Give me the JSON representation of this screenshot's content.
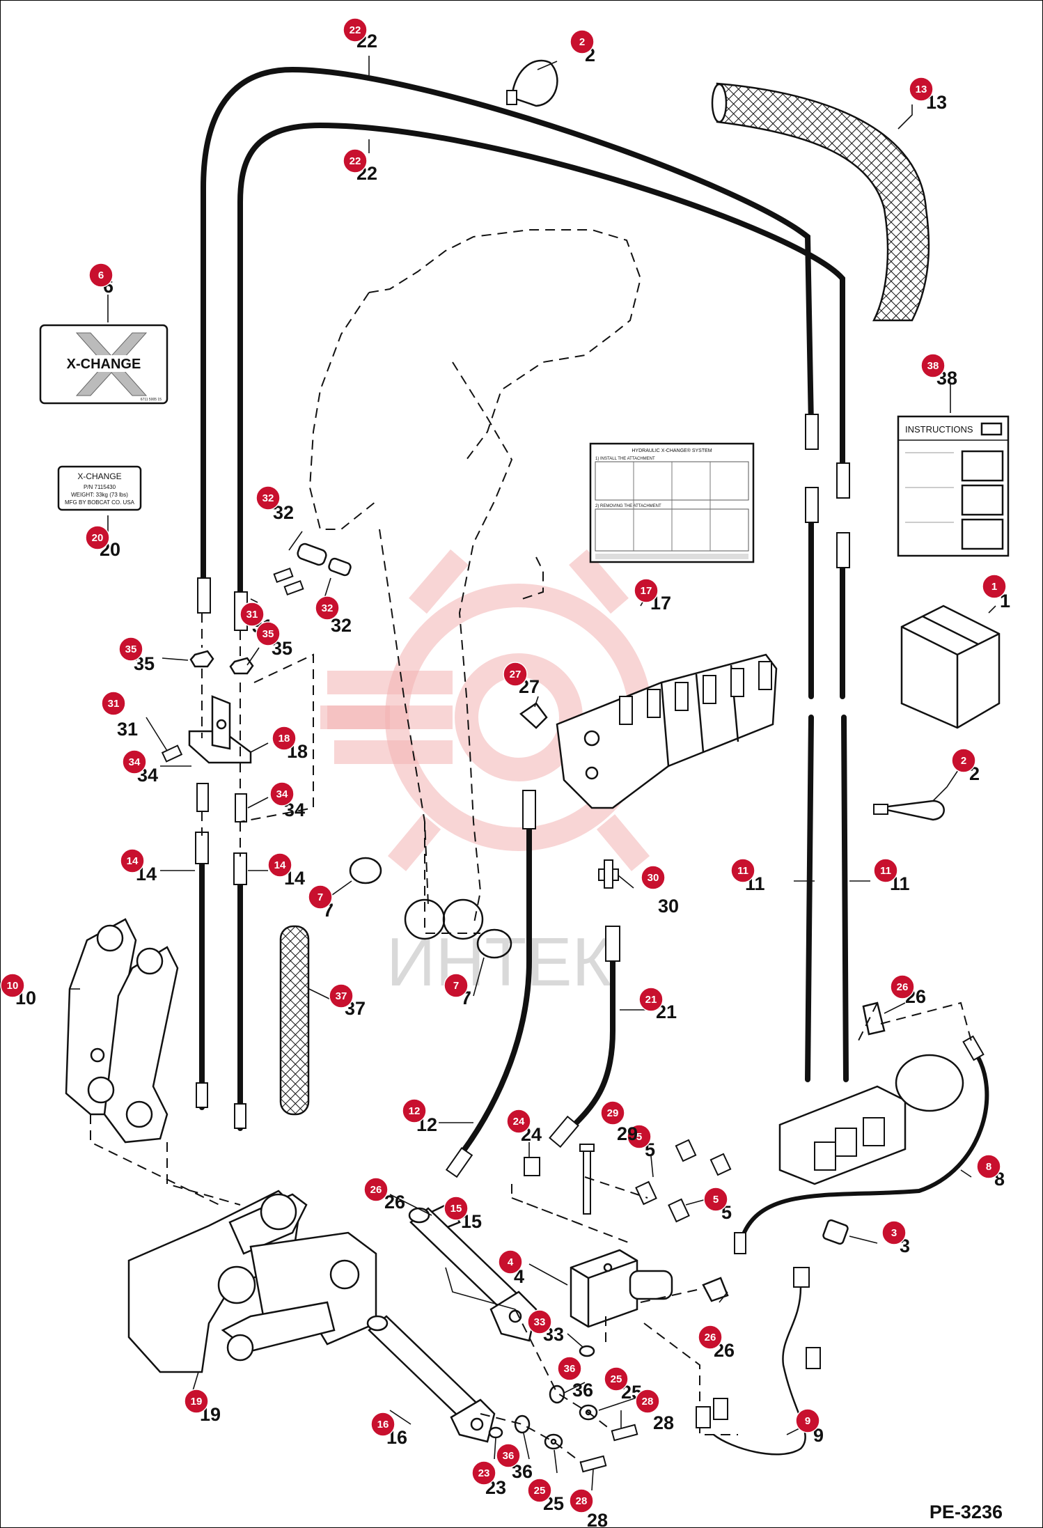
{
  "diagram_code": "PE-3236",
  "watermark": "ИНТЕК",
  "decal_xchange": {
    "brand": "X-CHANGE",
    "small_code": "6711 5005 15"
  },
  "decal_tag": {
    "line1": "X-CHANGE",
    "line2": "P/N 7115430",
    "line3": "WEIGHT: 33kg (73 lbs)",
    "line4": "MFG BY BOBCAT CO. USA"
  },
  "instructions": {
    "title": "INSTRUCTIONS"
  },
  "decal_17": {
    "title": "HYDRAULIC X-CHANGE® SYSTEM",
    "step_a": "1) INSTALL THE ATTACHMENT",
    "step_b": "2) REMOVING THE ATTACHMENT"
  },
  "callouts": [
    {
      "id": "c1",
      "label": "1"
    },
    {
      "id": "c2a",
      "label": "2"
    },
    {
      "id": "c2b",
      "label": "2"
    },
    {
      "id": "c3",
      "label": "3"
    },
    {
      "id": "c4",
      "label": "4"
    },
    {
      "id": "c5a",
      "label": "5"
    },
    {
      "id": "c5b",
      "label": "5"
    },
    {
      "id": "c6",
      "label": "6"
    },
    {
      "id": "c7a",
      "label": "7"
    },
    {
      "id": "c7b",
      "label": "7"
    },
    {
      "id": "c8",
      "label": "8"
    },
    {
      "id": "c9",
      "label": "9"
    },
    {
      "id": "c10",
      "label": "10"
    },
    {
      "id": "c11a",
      "label": "11"
    },
    {
      "id": "c11b",
      "label": "11"
    },
    {
      "id": "c12",
      "label": "12"
    },
    {
      "id": "c13",
      "label": "13"
    },
    {
      "id": "c14a",
      "label": "14"
    },
    {
      "id": "c14b",
      "label": "14"
    },
    {
      "id": "c15",
      "label": "15"
    },
    {
      "id": "c16",
      "label": "16"
    },
    {
      "id": "c17",
      "label": "17"
    },
    {
      "id": "c18",
      "label": "18"
    },
    {
      "id": "c19",
      "label": "19"
    },
    {
      "id": "c20",
      "label": "20"
    },
    {
      "id": "c21",
      "label": "21"
    },
    {
      "id": "c22a",
      "label": "22"
    },
    {
      "id": "c22b",
      "label": "22"
    },
    {
      "id": "c23",
      "label": "23"
    },
    {
      "id": "c24",
      "label": "24"
    },
    {
      "id": "c25a",
      "label": "25"
    },
    {
      "id": "c25b",
      "label": "25"
    },
    {
      "id": "c26a",
      "label": "26"
    },
    {
      "id": "c26b",
      "label": "26"
    },
    {
      "id": "c26c",
      "label": "26"
    },
    {
      "id": "c27",
      "label": "27"
    },
    {
      "id": "c28a",
      "label": "28"
    },
    {
      "id": "c28b",
      "label": "28"
    },
    {
      "id": "c29",
      "label": "29"
    },
    {
      "id": "c30",
      "label": "30"
    },
    {
      "id": "c31a",
      "label": "31"
    },
    {
      "id": "c31b",
      "label": "31"
    },
    {
      "id": "c32a",
      "label": "32"
    },
    {
      "id": "c32b",
      "label": "32"
    },
    {
      "id": "c33",
      "label": "33"
    },
    {
      "id": "c34a",
      "label": "34"
    },
    {
      "id": "c34b",
      "label": "34"
    },
    {
      "id": "c35a",
      "label": "35"
    },
    {
      "id": "c35b",
      "label": "35"
    },
    {
      "id": "c36a",
      "label": "36"
    },
    {
      "id": "c36b",
      "label": "36"
    },
    {
      "id": "c37",
      "label": "37"
    },
    {
      "id": "c38",
      "label": "38"
    }
  ],
  "colors": {
    "badge": "#c8102e",
    "line": "#111111",
    "watermark": "#f2b2b2"
  }
}
